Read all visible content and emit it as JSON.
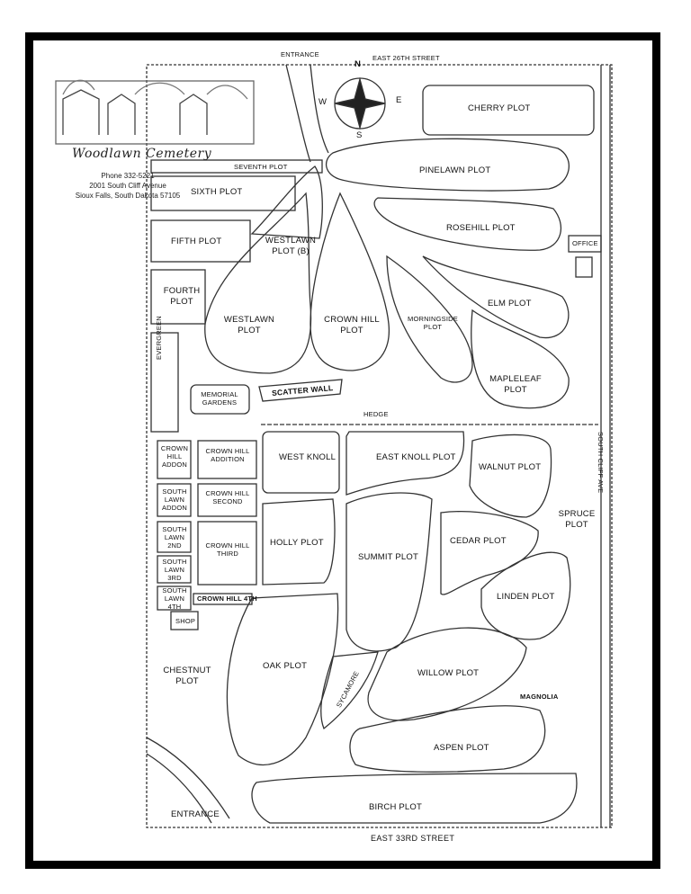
{
  "header": {
    "cemetery_name": "Woodlawn Cemetery",
    "phone": "Phone 332-5221",
    "address_line1": "2001 South Cliff Avenue",
    "address_line2": "Sioux Falls, South Dakota 57105"
  },
  "compass": {
    "north": "N",
    "south": "S",
    "east": "E",
    "west": "W"
  },
  "streets": {
    "top_entrance": "ENTRANCE",
    "north_street": "EAST 26TH STREET",
    "south_street": "EAST 33RD STREET",
    "east_street": "SOUTH CLIFF AVE",
    "bottom_entrance": "ENTRANCE"
  },
  "buildings": {
    "office": "OFFICE",
    "shop": "SHOP"
  },
  "features": {
    "scatter_wall": "SCATTER WALL",
    "hedge": "HEDGE"
  },
  "plots": {
    "cherry": "CHERRY PLOT",
    "pinelawn": "PINELAWN PLOT",
    "rosehill": "ROSEHILL PLOT",
    "seventh": "SEVENTH PLOT",
    "sixth": "SIXTH PLOT",
    "fifth": "FIFTH PLOT",
    "westlawn_b": "WESTLAWN PLOT (B)",
    "fourth": "FOURTH PLOT",
    "westlawn": "WESTLAWN PLOT",
    "crown_hill": "CROWN HILL PLOT",
    "morningside": "MORNINGSIDE PLOT",
    "elm": "ELM PLOT",
    "mapleleaf": "MAPLELEAF PLOT",
    "evergreen": "EVERGREEN",
    "memorial_gardens": "MEMORIAL GARDENS",
    "crown_hill_addon": "CROWN HILL ADDON",
    "crown_hill_addition": "CROWN HILL ADDITION",
    "west_knoll": "WEST KNOLL",
    "east_knoll": "EAST KNOLL PLOT",
    "walnut": "WALNUT PLOT",
    "south_lawn_addon": "SOUTH LAWN ADDON",
    "crown_hill_second": "CROWN HILL SECOND",
    "spruce": "SPRUCE PLOT",
    "south_lawn_2nd": "SOUTH LAWN 2ND",
    "crown_hill_third": "CROWN HILL THIRD",
    "holly": "HOLLY PLOT",
    "summit": "SUMMIT PLOT",
    "cedar": "CEDAR PLOT",
    "south_lawn_3rd": "SOUTH LAWN 3RD",
    "south_lawn_4th": "SOUTH LAWN 4TH",
    "crown_hill_4th": "CROWN HILL 4TH",
    "linden": "LINDEN PLOT",
    "chestnut": "CHESTNUT PLOT",
    "oak": "OAK PLOT",
    "sycamore": "SYCAMORE",
    "willow": "WILLOW PLOT",
    "magnolia": "MAGNOLIA",
    "aspen": "ASPEN PLOT",
    "birch": "BIRCH PLOT"
  }
}
